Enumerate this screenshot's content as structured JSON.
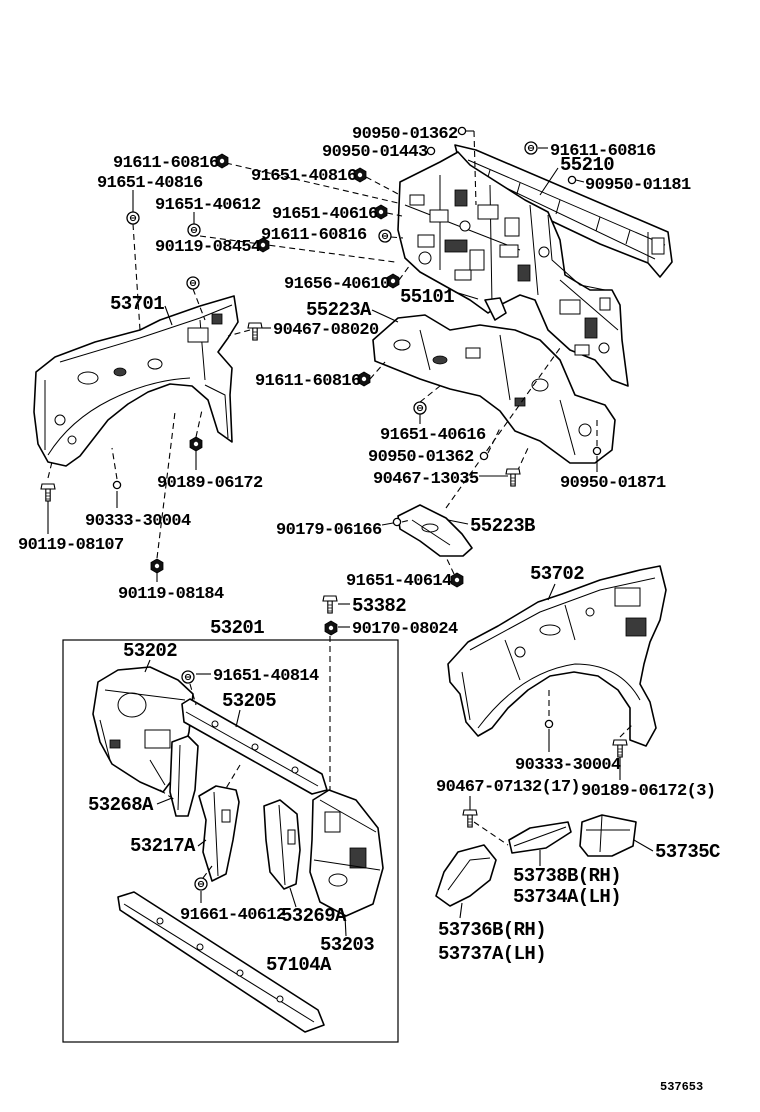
{
  "callouts": [
    "90950-01362",
    "90950-01443",
    "91611-60816",
    "91651-40816",
    "91651-40816",
    "91611-60816",
    "55210",
    "90950-01181",
    "91651-40612",
    "91651-40616",
    "90119-08454",
    "91611-60816",
    "91656-40610",
    "55101",
    "53701",
    "55223A",
    "90467-08020",
    "91611-60816",
    "91651-40616",
    "90950-01362",
    "90467-13035",
    "90950-01871",
    "90189-06172",
    "90333-30004",
    "90119-08107",
    "90179-06166",
    "55223B",
    "90119-08184",
    "91651-40614",
    "53702",
    "53382",
    "90170-08024",
    "53201",
    "53202",
    "91651-40814",
    "53205",
    "90333-30004",
    "90467-07132(17)",
    "90189-06172(3)",
    "53268A",
    "53217A",
    "53735C",
    "53738B(RH)",
    "53734A(LH)",
    "91661-40612",
    "53269A",
    "53736B(RH)",
    "53203",
    "53737A(LH)",
    "57104A"
  ],
  "figure_code": "537653"
}
